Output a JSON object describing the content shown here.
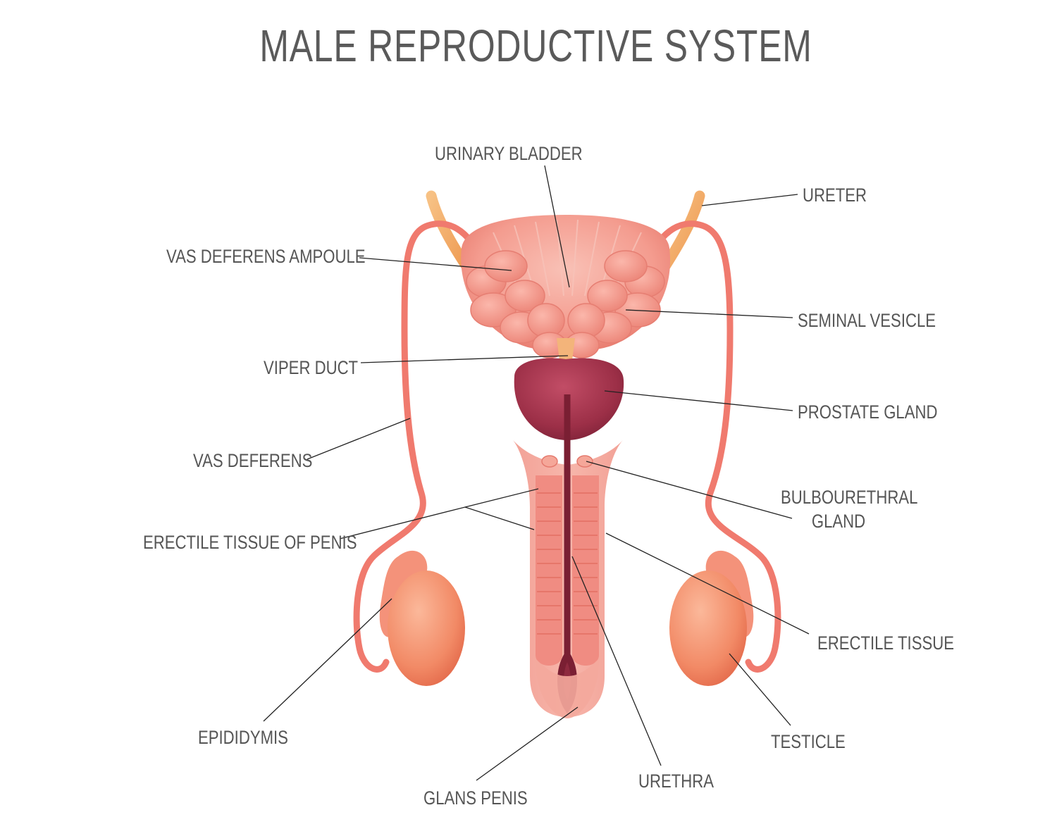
{
  "title": "MALE REPRODUCTIVE SYSTEM",
  "labels": {
    "urinary_bladder": "URINARY BLADDER",
    "ureter": "URETER",
    "vas_deferens_ampoule": "VAS DEFERENS AMPOULE",
    "seminal_vesicle": "SEMINAL VESICLE",
    "viper_duct": "VIPER DUCT",
    "prostate_gland": "PROSTATE GLAND",
    "vas_deferens": "VAS DEFERENS",
    "bulbourethral_gland_line1": "BULBOURETHRAL",
    "bulbourethral_gland_line2": "GLAND",
    "erectile_tissue_of_penis": "ERECTILE TISSUE OF PENIS",
    "erectile_tissue": "ERECTILE TISSUE",
    "epididymis": "EPIDIDYMIS",
    "testicle": "TESTICLE",
    "glans_penis": "GLANS PENIS",
    "urethra": "URETHRA"
  },
  "colors": {
    "text": "#555555",
    "leader_line": "#222222",
    "duct": "#f07a6e",
    "ureter": "#f0a35a",
    "bladder": "#f6a59a",
    "prostate": "#a8374e",
    "testicle": "#f49a76",
    "tissue": "#f3938a"
  }
}
